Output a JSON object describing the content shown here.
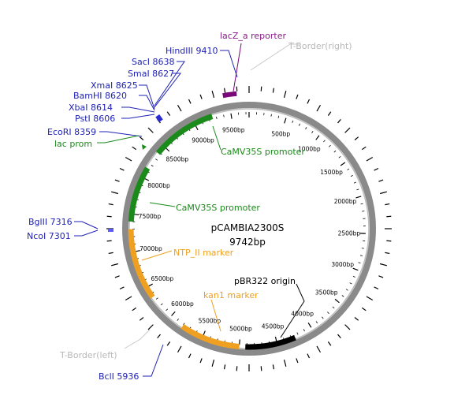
{
  "plasmid": {
    "name": "pCAMBIA2300S",
    "size_label": "9742bp",
    "length": 9742
  },
  "colors": {
    "backbone": "#888888",
    "site": "#1f22b4",
    "promoter": "#1a8a1a",
    "marker": "#f0a020",
    "origin": "#000000",
    "reporter": "#7a0a7a",
    "border": "#c8c8c8"
  },
  "tick_labels": [
    {
      "bp": 500,
      "text": "500bp"
    },
    {
      "bp": 1000,
      "text": "1000bp"
    },
    {
      "bp": 1500,
      "text": "1500bp"
    },
    {
      "bp": 2000,
      "text": "2000bp"
    },
    {
      "bp": 2500,
      "text": "2500bp"
    },
    {
      "bp": 3000,
      "text": "3000bp"
    },
    {
      "bp": 3500,
      "text": "3500bp"
    },
    {
      "bp": 4000,
      "text": "4000bp"
    },
    {
      "bp": 4500,
      "text": "4500bp"
    },
    {
      "bp": 5000,
      "text": "5000bp"
    },
    {
      "bp": 5500,
      "text": "5500bp"
    },
    {
      "bp": 6000,
      "text": "6000bp"
    },
    {
      "bp": 6500,
      "text": "6500bp"
    },
    {
      "bp": 7000,
      "text": "7000bp"
    },
    {
      "bp": 7500,
      "text": "7500bp"
    },
    {
      "bp": 8000,
      "text": "8000bp"
    },
    {
      "bp": 8500,
      "text": "8500bp"
    },
    {
      "bp": 9000,
      "text": "9000bp"
    },
    {
      "bp": 9500,
      "text": "9500bp"
    }
  ],
  "features": [
    {
      "name": "CaMV35S promoter",
      "start": 8380,
      "end": 9250,
      "kind": "promoter",
      "label_id": "camv35s-promoter-upper"
    },
    {
      "name": "CaMV35S promoter",
      "start": 7400,
      "end": 8140,
      "kind": "promoter",
      "label_id": "camv35s-promoter-lower"
    },
    {
      "name": "NTP_II marker",
      "start": 6350,
      "end": 7300,
      "kind": "marker",
      "label_id": "ntp-ii-marker"
    },
    {
      "name": "kan1 marker",
      "start": 5000,
      "end": 5800,
      "kind": "marker",
      "label_id": "kan1-marker"
    },
    {
      "name": "pBR322 origin",
      "start": 4250,
      "end": 4920,
      "kind": "origin",
      "label_id": "pbr322-origin"
    },
    {
      "name": "lacZ_a reporter",
      "start": 9440,
      "end": 9600,
      "kind": "reporter",
      "label_id": "lacz-a-reporter"
    }
  ],
  "labels": {
    "lacz_a_reporter": "lacZ_a reporter",
    "t_border_right": "T-Border(right)",
    "t_border_left": "T-Border(left)",
    "camv35s_upper": "CaMV35S promoter",
    "camv35s_lower": "CaMV35S promoter",
    "ntp_ii_marker": "NTP_II marker",
    "kan1_marker": "kan1 marker",
    "pbr322_origin": "pBR322 origin",
    "lac_prom": "lac prom"
  },
  "sites": [
    {
      "key": "hindiii",
      "text": "HindIII 9410"
    },
    {
      "key": "saci",
      "text": "SacI 8638"
    },
    {
      "key": "smai",
      "text": "SmaI 8627"
    },
    {
      "key": "xmai",
      "text": "XmaI 8625"
    },
    {
      "key": "bamhi",
      "text": "BamHI 8620"
    },
    {
      "key": "xbai",
      "text": "XbaI 8614"
    },
    {
      "key": "psti",
      "text": "PstI 8606"
    },
    {
      "key": "ecori",
      "text": "EcoRI 8359"
    },
    {
      "key": "bglii",
      "text": "BglII 7316"
    },
    {
      "key": "ncoi",
      "text": "NcoI 7301"
    },
    {
      "key": "bcli",
      "text": "BclI 5936"
    }
  ]
}
